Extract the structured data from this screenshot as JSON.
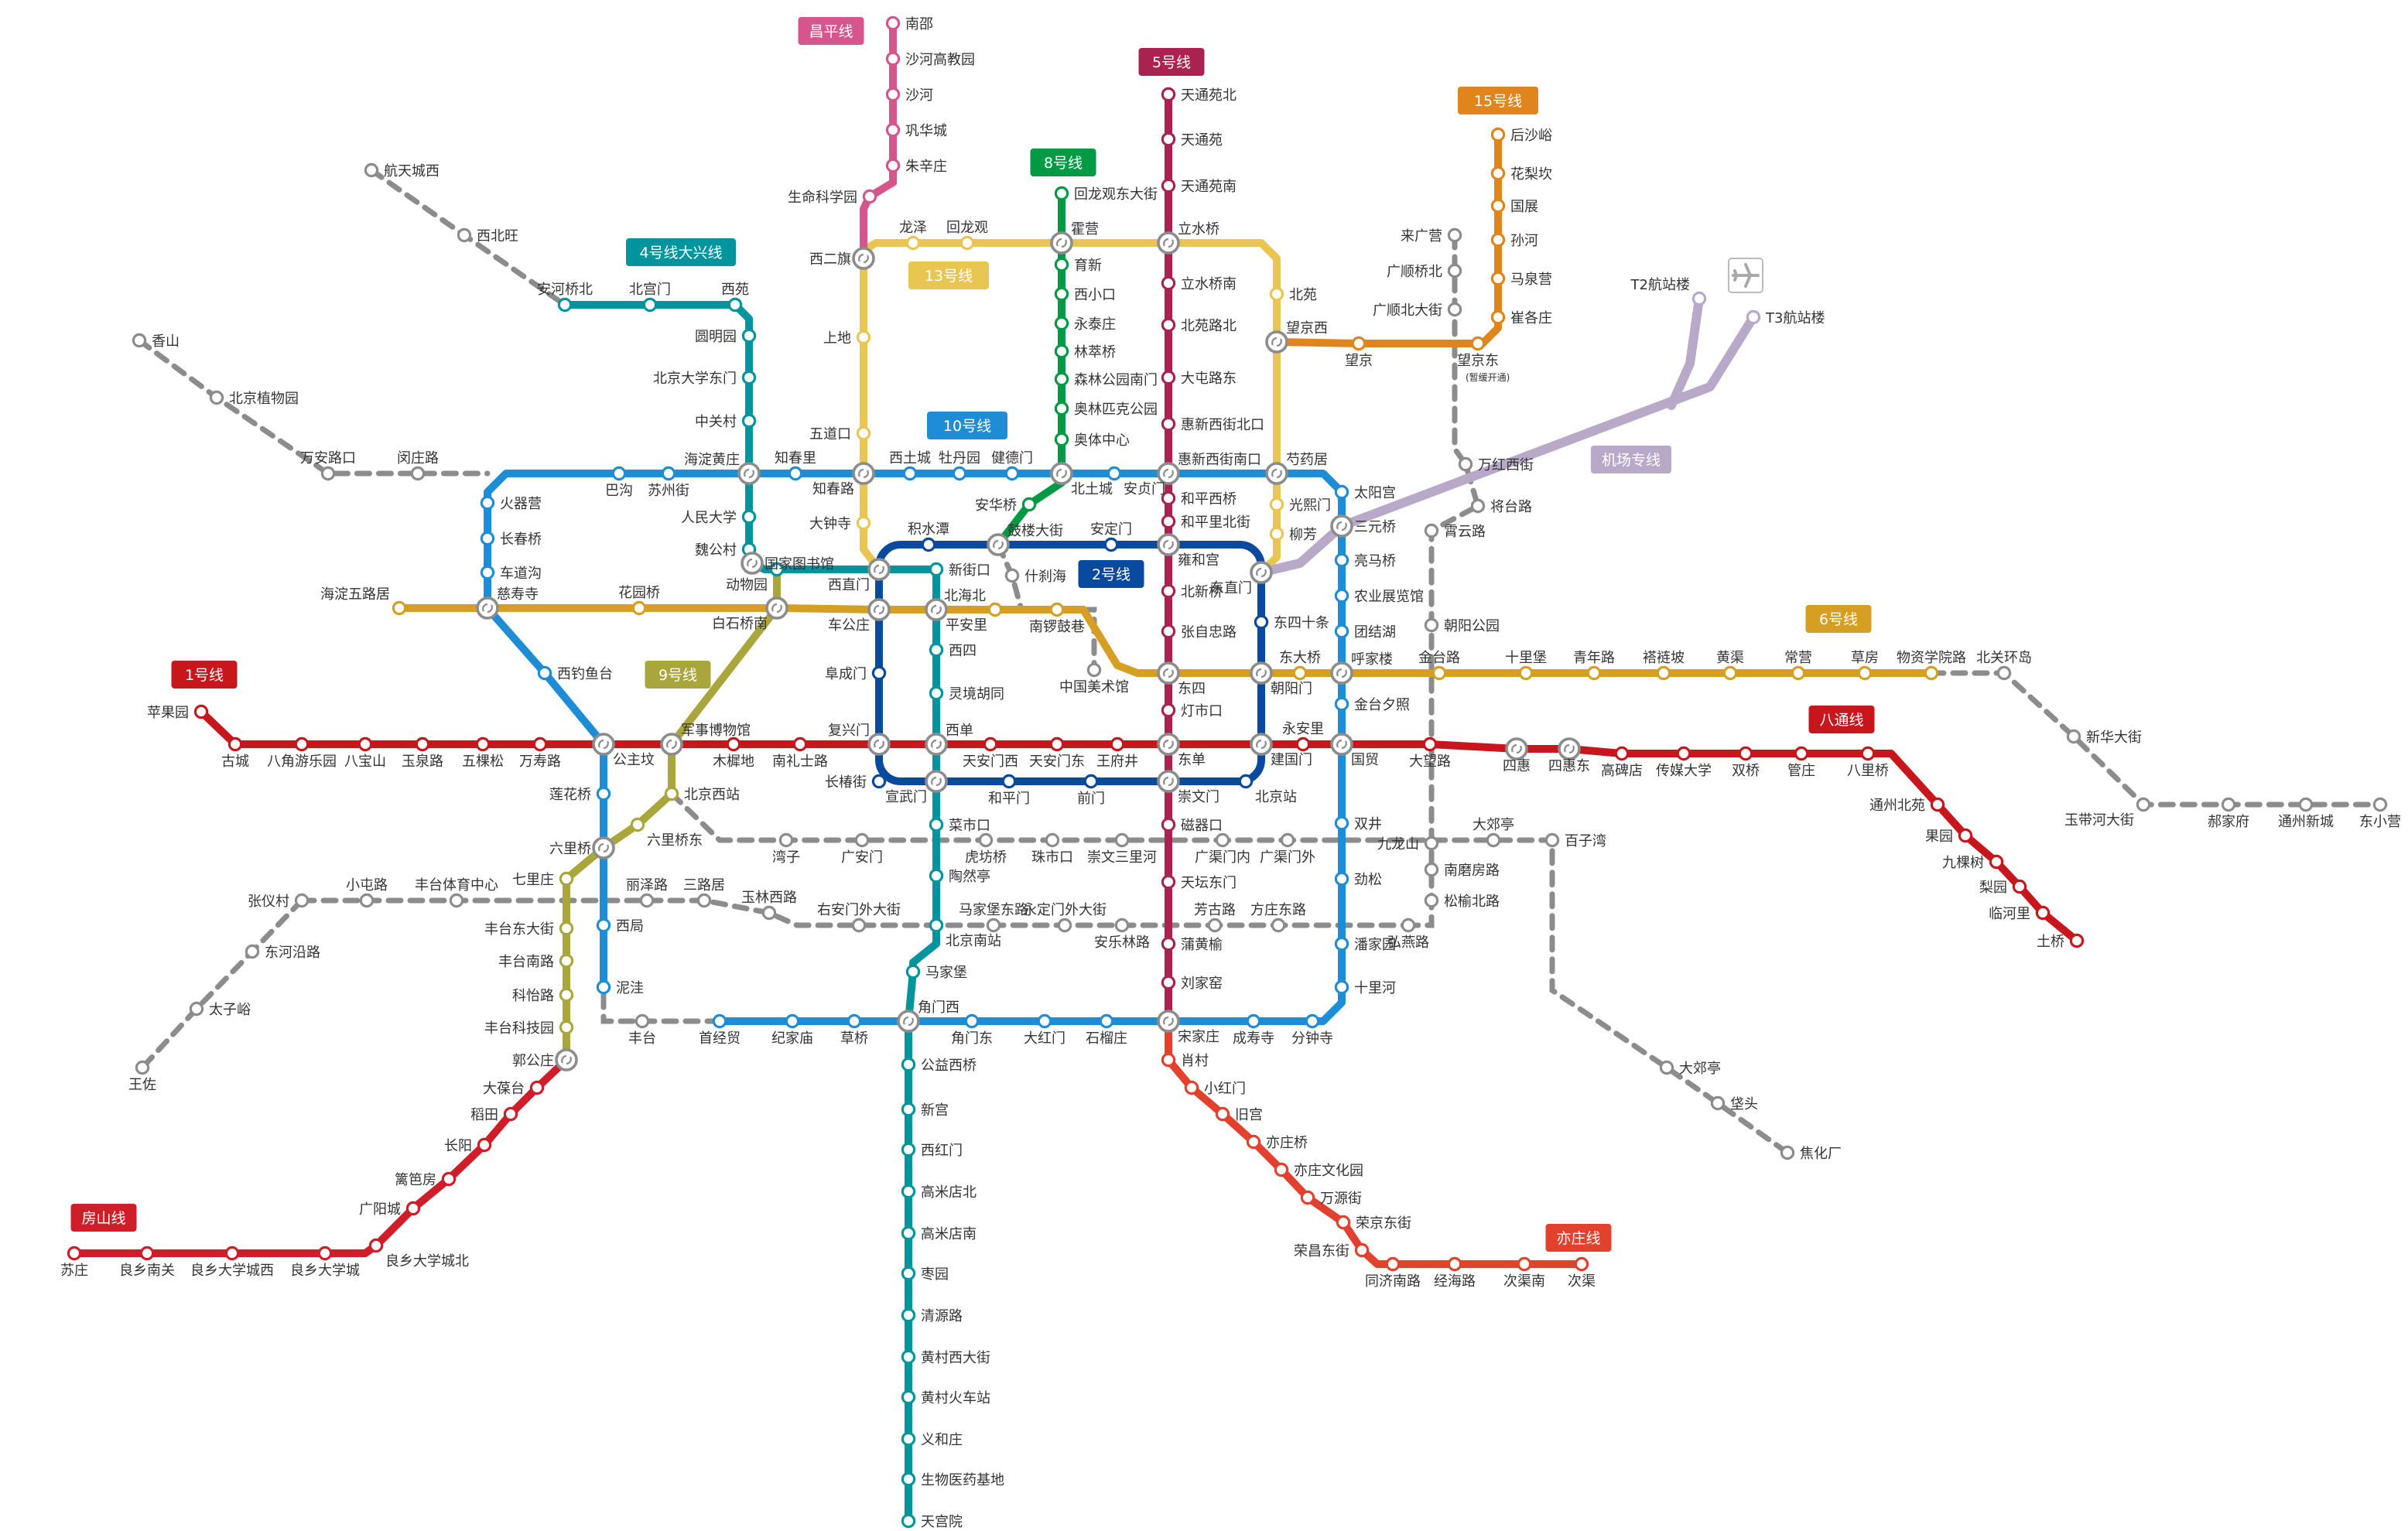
{
  "lines": [
    {
      "id": "l1",
      "name": "1号线",
      "color": "#c8161d",
      "stations": [
        "苹果园",
        "古城",
        "八角游乐园",
        "八宝山",
        "玉泉路",
        "五棵松",
        "万寿路",
        "公主坟",
        "军事博物馆",
        "木樨地",
        "南礼士路",
        "复兴门",
        "西单",
        "天安门西",
        "天安门东",
        "王府井",
        "东单",
        "建国门",
        "永安里",
        "国贸",
        "大望路",
        "四惠",
        "四惠东"
      ]
    },
    {
      "id": "l2",
      "name": "2号线",
      "color": "#0a4a9e",
      "stations": [
        "西直门",
        "积水潭",
        "鼓楼大街",
        "安定门",
        "雍和宫",
        "东直门",
        "东四十条",
        "朝阳门",
        "建国门",
        "北京站",
        "崇文门",
        "前门",
        "和平门",
        "宣武门",
        "长椿街",
        "复兴门",
        "阜成门",
        "车公庄"
      ]
    },
    {
      "id": "l4",
      "name": "4号线大兴线",
      "color": "#00959d",
      "stations": [
        "安河桥北",
        "北宫门",
        "西苑",
        "圆明园",
        "北京大学东门",
        "中关村",
        "海淀黄庄",
        "人民大学",
        "魏公村",
        "国家图书馆",
        "动物园",
        "西直门",
        "新街口",
        "平安里",
        "西四",
        "灵境胡同",
        "西单",
        "宣武门",
        "菜市口",
        "陶然亭",
        "北京南站",
        "马家堡",
        "角门西",
        "公益西桥",
        "新宫",
        "西红门",
        "高米店北",
        "高米店南",
        "枣园",
        "清源路",
        "黄村西大街",
        "黄村火车站",
        "义和庄",
        "生物医药基地",
        "天宫院"
      ]
    },
    {
      "id": "l5",
      "name": "5号线",
      "color": "#a8234f",
      "stations": [
        "天通苑北",
        "天通苑",
        "天通苑南",
        "立水桥",
        "立水桥南",
        "北苑路北",
        "大屯路东",
        "惠新西街北口",
        "惠新西街南口",
        "和平西桥",
        "和平里北街",
        "雍和宫",
        "北新桥",
        "张自忠路",
        "东四",
        "灯市口",
        "东单",
        "崇文门",
        "磁器口",
        "天坛东门",
        "蒲黄榆",
        "刘家窑",
        "宋家庄"
      ]
    },
    {
      "id": "l6",
      "name": "6号线",
      "color": "#d69e23",
      "stations": [
        "海淀五路居",
        "慈寿寺",
        "花园桥",
        "白石桥南",
        "车公庄",
        "平安里",
        "北海北",
        "南锣鼓巷",
        "东四",
        "朝阳门",
        "东大桥",
        "呼家楼",
        "金台路",
        "十里堡",
        "青年路",
        "褡裢坡",
        "黄渠",
        "常营",
        "草房",
        "物资学院路"
      ]
    },
    {
      "id": "l8",
      "name": "8号线",
      "color": "#009a44",
      "stations": [
        "回龙观东大街",
        "霍营",
        "育新",
        "西小口",
        "永泰庄",
        "林萃桥",
        "森林公园南门",
        "奥林匹克公园",
        "奥体中心",
        "北土城",
        "安华桥",
        "鼓楼大街"
      ]
    },
    {
      "id": "l9",
      "name": "9号线",
      "color": "#a9a73c",
      "stations": [
        "国家图书馆",
        "白石桥南",
        "军事博物馆",
        "北京西站",
        "六里桥东",
        "六里桥",
        "七里庄",
        "丰台东大街",
        "丰台南路",
        "科怡路",
        "丰台科技园",
        "郭公庄"
      ]
    },
    {
      "id": "l10",
      "name": "10号线",
      "color": "#1f8dd6",
      "stations": [
        "巴沟",
        "苏州街",
        "海淀黄庄",
        "知春里",
        "知春路",
        "西土城",
        "牡丹园",
        "健德门",
        "北土城",
        "安贞门",
        "惠新西街南口",
        "芍药居",
        "太阳宫",
        "三元桥",
        "亮马桥",
        "农业展览馆",
        "团结湖",
        "呼家楼",
        "金台夕照",
        "国贸",
        "双井",
        "劲松",
        "潘家园",
        "十里河",
        "分钟寺",
        "成寿寺",
        "宋家庄",
        "石榴庄",
        "大红门",
        "角门东",
        "角门西",
        "草桥",
        "纪家庙",
        "首经贸",
        "泥洼",
        "西局",
        "六里桥",
        "莲花桥",
        "公主坟",
        "西钓鱼台",
        "慈寿寺",
        "车道沟",
        "长春桥",
        "火器营"
      ]
    },
    {
      "id": "l13",
      "name": "13号线",
      "color": "#e9c552",
      "stations": [
        "西直门",
        "大钟寺",
        "知春路",
        "五道口",
        "上地",
        "西二旗",
        "龙泽",
        "回龙观",
        "霍营",
        "立水桥",
        "北苑",
        "望京西",
        "芍药居",
        "光熙门",
        "柳芳",
        "东直门"
      ]
    },
    {
      "id": "l15",
      "name": "15号线",
      "color": "#e0851c",
      "stations": [
        "后沙峪",
        "花梨坎",
        "国展",
        "孙河",
        "马泉营",
        "崔各庄",
        "望京东",
        "望京",
        "望京西"
      ]
    },
    {
      "id": "cp",
      "name": "昌平线",
      "color": "#d6558c",
      "stations": [
        "南邵",
        "沙河高教园",
        "沙河",
        "巩华城",
        "朱辛庄",
        "生命科学园",
        "西二旗"
      ]
    },
    {
      "id": "fs",
      "name": "房山线",
      "color": "#cf1e2a",
      "stations": [
        "苏庄",
        "良乡南关",
        "良乡大学城西",
        "良乡大学城",
        "良乡大学城北",
        "广阳城",
        "篱笆房",
        "长阳",
        "稻田",
        "大葆台",
        "郭公庄"
      ]
    },
    {
      "id": "yz",
      "name": "亦庄线",
      "color": "#e2412e",
      "stations": [
        "宋家庄",
        "肖村",
        "小红门",
        "旧宫",
        "亦庄桥",
        "亦庄文化园",
        "万源街",
        "荣京东街",
        "荣昌东街",
        "同济南路",
        "经海路",
        "次渠南",
        "次渠"
      ]
    },
    {
      "id": "bt",
      "name": "八通线",
      "color": "#c8161d",
      "stations": [
        "四惠",
        "四惠东",
        "高碑店",
        "传媒大学",
        "双桥",
        "管庄",
        "八里桥",
        "通州北苑",
        "果园",
        "九棵树",
        "梨园",
        "临河里",
        "土桥"
      ]
    },
    {
      "id": "jc",
      "name": "机场专线",
      "color": "#b9a9c9",
      "stations": [
        "东直门",
        "三元桥",
        "T3航站楼",
        "T2航站楼"
      ]
    }
  ],
  "planned_color": "#8c8c8c",
  "planned": [
    {
      "id": "p1",
      "stations": [
        "香山",
        "北京植物园",
        "万安路口",
        "闵庄路"
      ]
    },
    {
      "id": "p2",
      "stations": [
        "航天城西",
        "西北旺"
      ]
    },
    {
      "id": "p3",
      "stations": [
        "张仪村",
        "小屯路",
        "丰台体育中心",
        "丽泽路",
        "三路居",
        "玉林西路",
        "右安门外大街",
        "马家堡东路",
        "永定门外大街",
        "安乐林路",
        "芳古路",
        "方庄东路",
        "弘燕路"
      ]
    },
    {
      "id": "p4",
      "stations": [
        "东河沿路",
        "太子峪",
        "王佐"
      ]
    },
    {
      "id": "p5",
      "stations": [
        "湾子",
        "广安门",
        "虎坊桥",
        "珠市口",
        "崇文三里河",
        "广渠门内",
        "广渠门外",
        "大郊亭",
        "百子湾",
        "大郊亭",
        "垡头",
        "焦化厂"
      ]
    },
    {
      "id": "p6",
      "stations": [
        "来广营",
        "广顺桥北",
        "广顺北大街",
        "万红西街",
        "将台路",
        "霄云路",
        "朝阳公园",
        "九龙山",
        "南磨房路",
        "松榆北路"
      ]
    },
    {
      "id": "p7",
      "stations": [
        "北关环岛",
        "新华大街",
        "玉带河大街",
        "郝家府",
        "通州新城",
        "东小营"
      ]
    },
    {
      "id": "p8",
      "stations": [
        "什刹海",
        "中国美术馆"
      ]
    },
    {
      "id": "p9",
      "stations": [
        "丰台"
      ]
    }
  ],
  "notes": {
    "wangjingdong": "(暂缓开通)"
  },
  "icons": {
    "airport": "airplane-icon",
    "transfer": "transfer-icon"
  }
}
